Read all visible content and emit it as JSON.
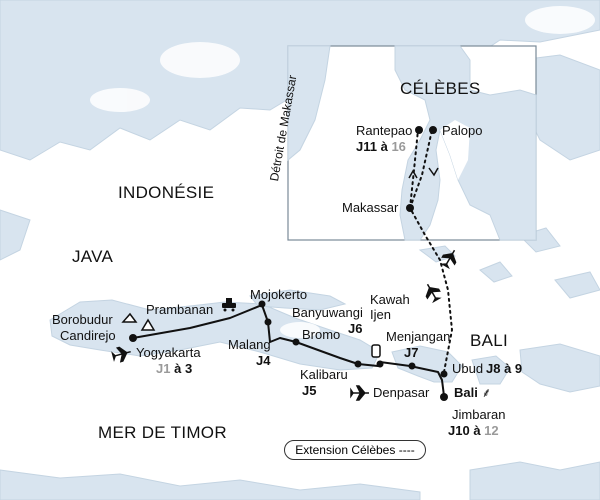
{
  "regions": {
    "indonesie": "INDONÉSIE",
    "java": "JAVA",
    "bali": "BALI",
    "mer": "MER DE TIMOR",
    "celebes": "CÉLÈBES",
    "detroit": "Détroit de Makassar"
  },
  "places": {
    "borobudur": "Borobudur",
    "candirejo": "Candirejo",
    "prambanan": "Prambanan",
    "yogyakarta": "Yogyakarta",
    "mojokerto": "Mojokerto",
    "malang": "Malang",
    "bromo": "Bromo",
    "banyuwangi": "Banyuwangi",
    "kawah_ijen": "Kawah\nIjen",
    "menjangan": "Menjangan",
    "kalibaru": "Kalibaru",
    "ubud": "Ubud",
    "denpasar": "Denpasar",
    "bali_icon": "Bali",
    "jimbaran": "Jimbaran",
    "rantepao": "Rantepao",
    "palopo": "Palopo",
    "makassar": "Makassar"
  },
  "days": {
    "yogyakarta": {
      "main": "J1",
      "sep": " à ",
      "end": "3"
    },
    "malang": "J4",
    "kalibaru": "J5",
    "ijen": "J6",
    "menjangan": "J7",
    "ubud": "J8 à 9",
    "jimbaran": {
      "main": "J10",
      "sep": " à ",
      "end": "12"
    },
    "rantepao": {
      "main": "J11",
      "sep": " à ",
      "end": "16"
    }
  },
  "legend": {
    "label": "Extension Célèbes",
    "dashes": "----"
  },
  "colors": {
    "sea": "#ffffff",
    "land": "#d6e3ee",
    "route": "#111111",
    "extension_day": "#9a9a9a"
  }
}
